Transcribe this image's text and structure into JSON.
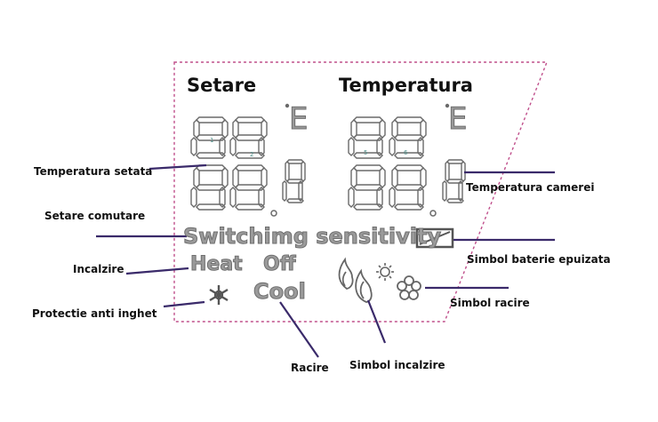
{
  "panel": {
    "setare_label": "Setare",
    "temperatura_label": "Temperatura",
    "switching_text": "Switchimg sensitivity",
    "heat_text": "Heat",
    "off_text": "Off",
    "cool_text": "Cool",
    "unit_left": "E",
    "unit_right": "E"
  },
  "digits": {
    "left_top": [
      "1",
      "2"
    ],
    "right_top": [
      "5",
      "6"
    ]
  },
  "callouts": {
    "temperatura_setata": "Temperatura setata",
    "setare_comutare": "Setare comutare",
    "incalzire": "Incalzire",
    "protectie_anti_inghet": "Protectie anti inghet",
    "racire": "Racire",
    "simbol_incalzire": "Simbol incalzire",
    "temperatura_camerei": "Temperatura camerei",
    "simbol_baterie_epuizata": "Simbol baterie epuizata",
    "simbol_racire": "Simbol racire"
  },
  "colors": {
    "panel_border": "#c0508c",
    "segment_stroke": "#6a6a6a",
    "leader_line": "#3a2a6a",
    "index_label": "#4f8f8a"
  },
  "icons": [
    "snowflake-icon",
    "flame-icon",
    "battery-icon",
    "sun-icon"
  ]
}
